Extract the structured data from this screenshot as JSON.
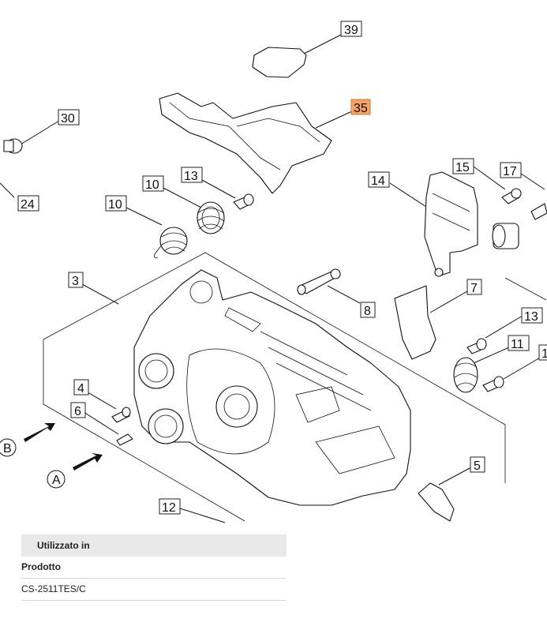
{
  "diagram": {
    "callouts": [
      {
        "label": "39",
        "highlight": false
      },
      {
        "label": "35",
        "highlight": true
      },
      {
        "label": "30",
        "highlight": false
      },
      {
        "label": "24",
        "highlight": false
      },
      {
        "label": "13",
        "highlight": false
      },
      {
        "label": "10",
        "highlight": false
      },
      {
        "label": "10",
        "highlight": false
      },
      {
        "label": "15",
        "highlight": false
      },
      {
        "label": "17",
        "highlight": false
      },
      {
        "label": "14",
        "highlight": false
      },
      {
        "label": "3",
        "highlight": false
      },
      {
        "label": "8",
        "highlight": false
      },
      {
        "label": "7",
        "highlight": false
      },
      {
        "label": "13",
        "highlight": false
      },
      {
        "label": "11",
        "highlight": false
      },
      {
        "label": "1",
        "highlight": false
      },
      {
        "label": "4",
        "highlight": false
      },
      {
        "label": "6",
        "highlight": false
      },
      {
        "label": "5",
        "highlight": false
      },
      {
        "label": "12",
        "highlight": false
      }
    ],
    "view_letters": [
      "B",
      "A"
    ],
    "highlight_color": "#f4a265"
  },
  "usage_table": {
    "header": "Utilizzato in",
    "column_label": "Prodotto",
    "rows": [
      "CS-2511TES/C"
    ]
  }
}
